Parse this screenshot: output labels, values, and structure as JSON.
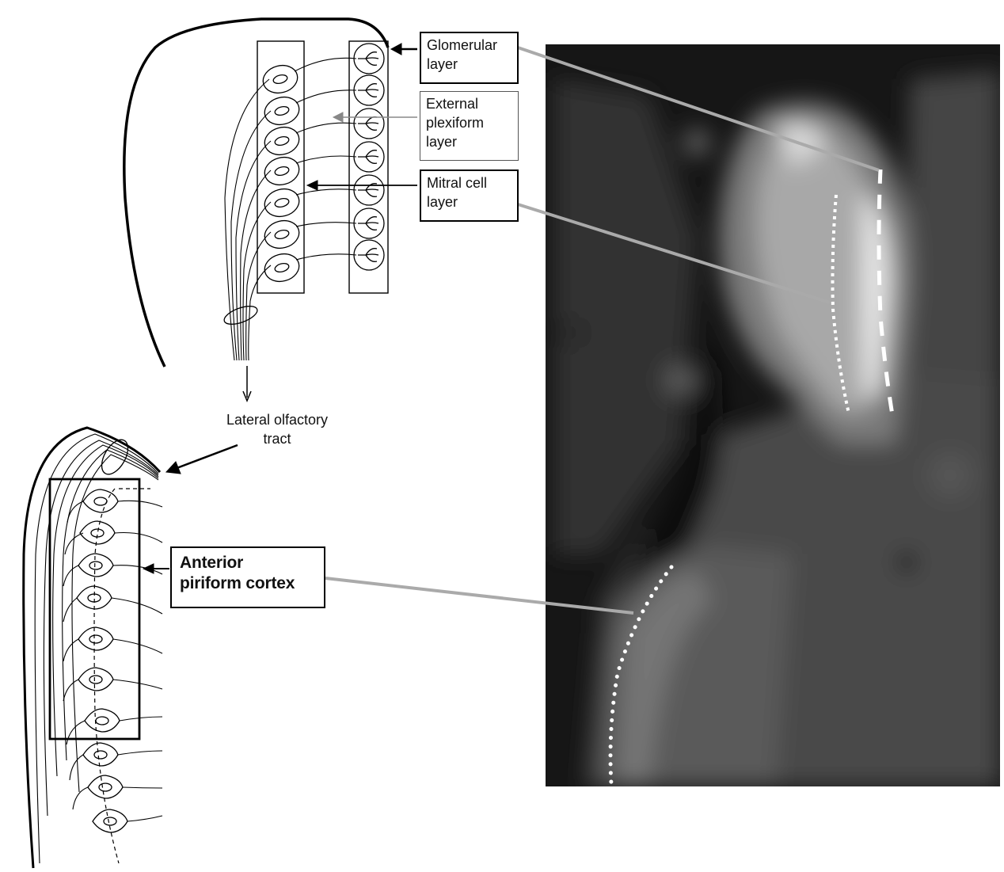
{
  "labels": {
    "glomerular": [
      "Glomerular",
      "layer"
    ],
    "external_plexiform": [
      "External",
      "plexiform",
      "layer"
    ],
    "mitral_cell": [
      "Mitral cell",
      "layer"
    ],
    "lateral_olfactory_tract": [
      "Lateral olfactory",
      "tract"
    ],
    "anterior_piriform": [
      "Anterior",
      "piriform cortex"
    ]
  },
  "colors": {
    "ink": "#000000",
    "leader": "#aaaaaa",
    "marker": "#ffffff",
    "scan_background": "#111111"
  }
}
